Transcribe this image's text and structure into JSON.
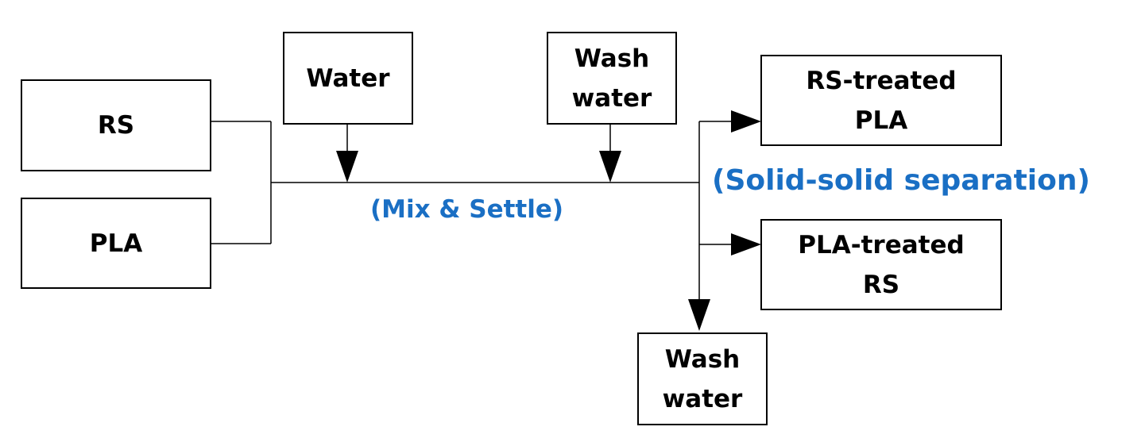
{
  "boxes": {
    "rs": "RS",
    "pla": "PLA",
    "water": "Water",
    "wash_water_in": "Wash\nwater",
    "rs_treated_pla": "RS-treated\nPLA",
    "pla_treated_rs": "PLA-treated\nRS",
    "wash_water_out": "Wash\nwater"
  },
  "labels": {
    "mix_settle": "(Mix & Settle)",
    "separation": "(Solid-solid separation)"
  },
  "colors": {
    "label_blue": "#1a6fc4",
    "line": "#000000"
  }
}
